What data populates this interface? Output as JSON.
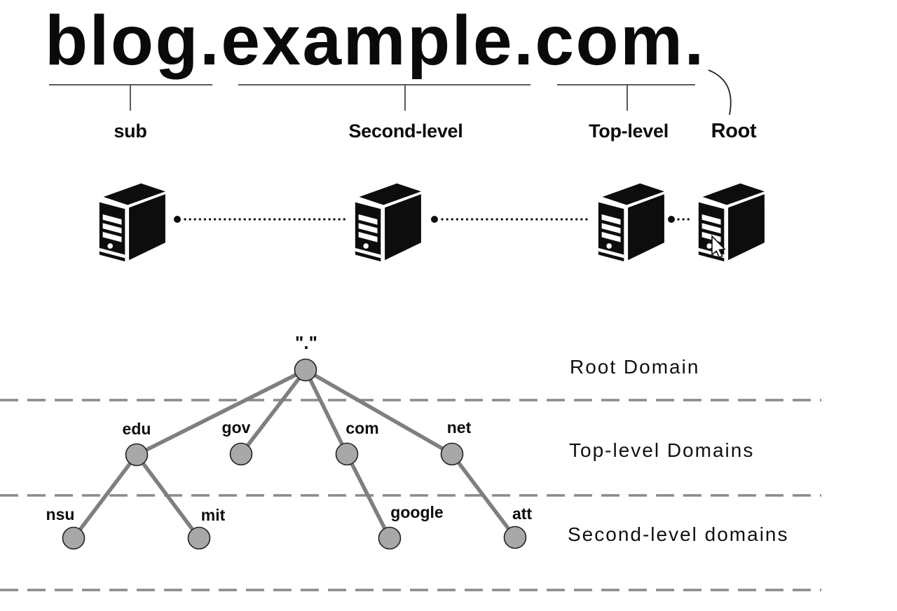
{
  "title": "blog.example.com.",
  "domain_parts": {
    "sub": "sub",
    "second_level": "Second-level",
    "top_level": "Top-level",
    "root": "Root"
  },
  "servers": {
    "count": 4,
    "roles": [
      "sub-domain-server",
      "second-level-domain-server",
      "top-level-domain-server",
      "root-server"
    ]
  },
  "tree": {
    "root": {
      "label": "\".\""
    },
    "tlds": [
      {
        "label": "edu"
      },
      {
        "label": "gov"
      },
      {
        "label": "com"
      },
      {
        "label": "net"
      }
    ],
    "slds": [
      {
        "label": "nsu"
      },
      {
        "label": "mit"
      },
      {
        "label": "google"
      },
      {
        "label": "att"
      }
    ],
    "edges": [
      [
        "root",
        "edu"
      ],
      [
        "root",
        "gov"
      ],
      [
        "root",
        "com"
      ],
      [
        "root",
        "net"
      ],
      [
        "edu",
        "nsu"
      ],
      [
        "edu",
        "mit"
      ],
      [
        "com",
        "google"
      ],
      [
        "net",
        "att"
      ]
    ]
  },
  "level_labels": {
    "root": "Root Domain",
    "tld": "Top-level Domains",
    "sld": "Second-level domains"
  },
  "colors": {
    "background": "#ffffff",
    "text": "#0d0d0d",
    "server_icon": "#0d0d0d",
    "tree_edge": "#7f7f7f",
    "node_fill": "#a8a8a8",
    "node_stroke": "#222222",
    "dashed_separator": "#8a8a8a",
    "bracket_line": "#5a5a5a"
  }
}
